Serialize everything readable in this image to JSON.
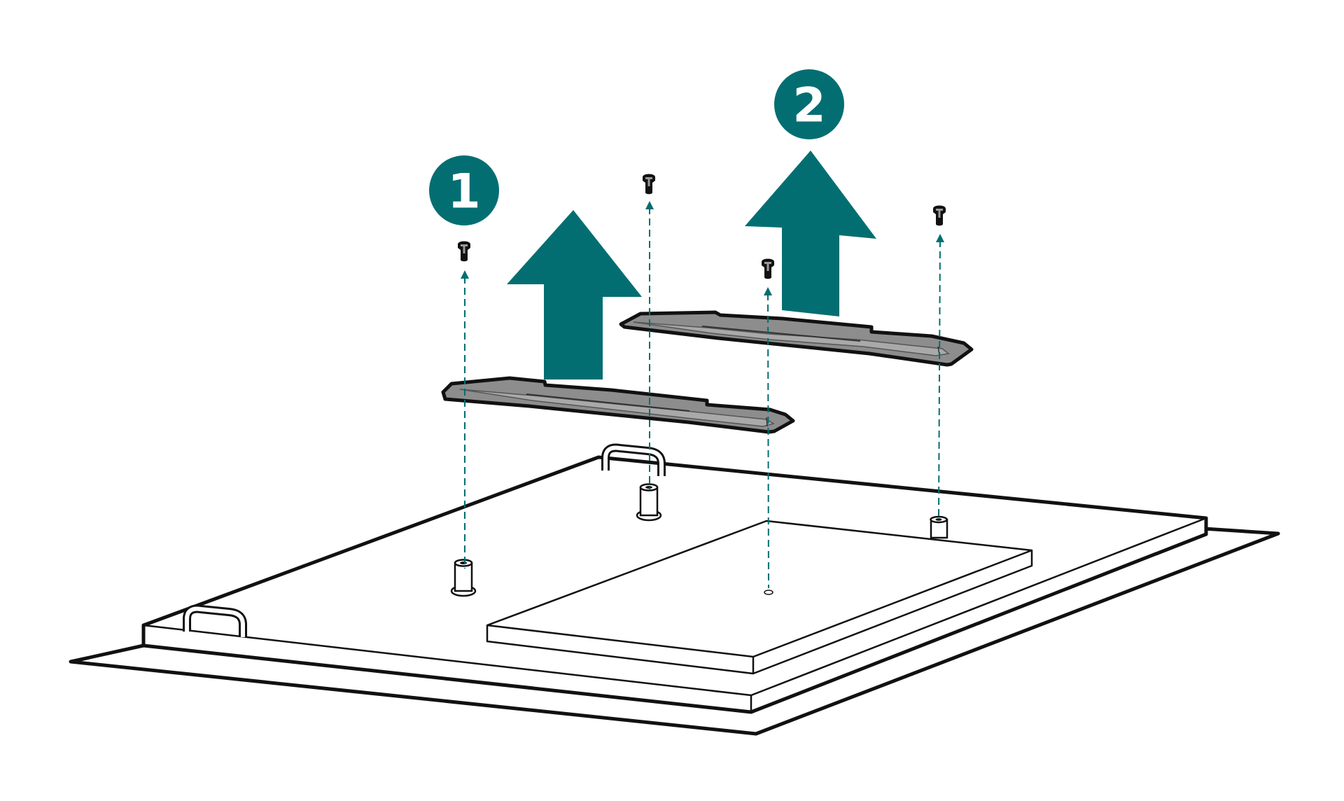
{
  "steps": [
    {
      "number": "1",
      "action": "remove-screws"
    },
    {
      "number": "2",
      "action": "lift-brackets"
    }
  ],
  "colors": {
    "accent": "#036e72",
    "outline": "#111111",
    "bracket_fill": "#8d8d8d",
    "bracket_inner": "#a9a9a9",
    "background": "#ffffff"
  },
  "icons": {
    "screw": "screw-icon",
    "arrow": "lift-arrow-icon",
    "standoff": "standoff-icon",
    "handle": "handle-icon"
  }
}
